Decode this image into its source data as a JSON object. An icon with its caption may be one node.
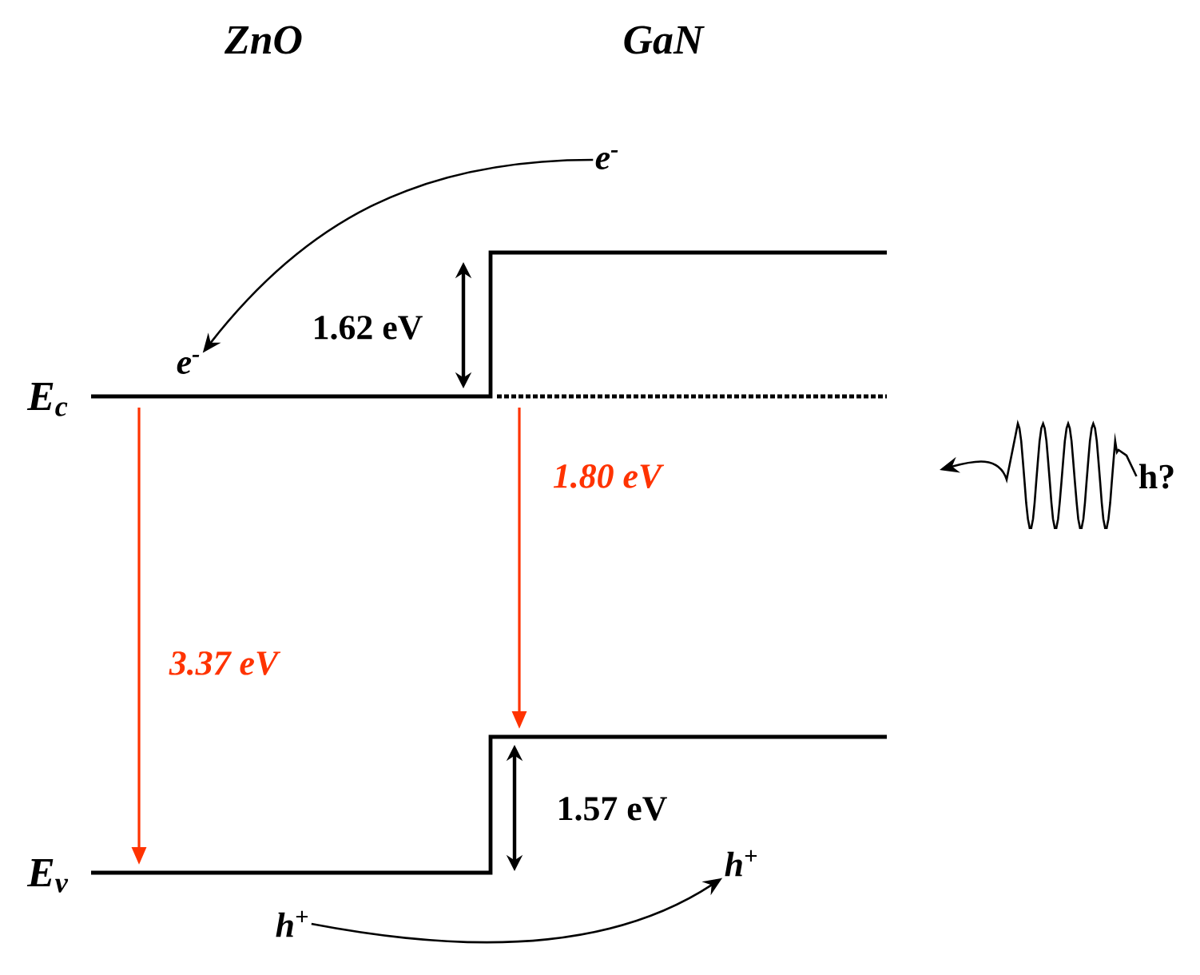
{
  "diagram": {
    "nodes": [
      {
        "text": [
          "e$^{-}$"
        ]
      },
      {
        "text": [
          "e$^{-}$"
        ]
      },
      {
        "text": [
          "h$^{+}$"
        ]
      },
      {
        "text": [
          "h$^{+}$"
        ]
      },
      {
        "text": [
          "h?"
        ]
      }
    ],
    "edges": [
      {
        "from": 0,
        "to": 1,
        "arrow": "to"
      },
      {
        "from": 2,
        "to": 3,
        "arrow": "to"
      },
      {
        "from": 4,
        "to": null,
        "arrow": "to"
      }
    ],
    "labels": [
      "ZnO",
      "GaN",
      "E$_{c}$",
      "E$_{v}$",
      "1.62 eV",
      "1.80 eV",
      "3.37 eV",
      "1.57 eV"
    ]
  }
}
